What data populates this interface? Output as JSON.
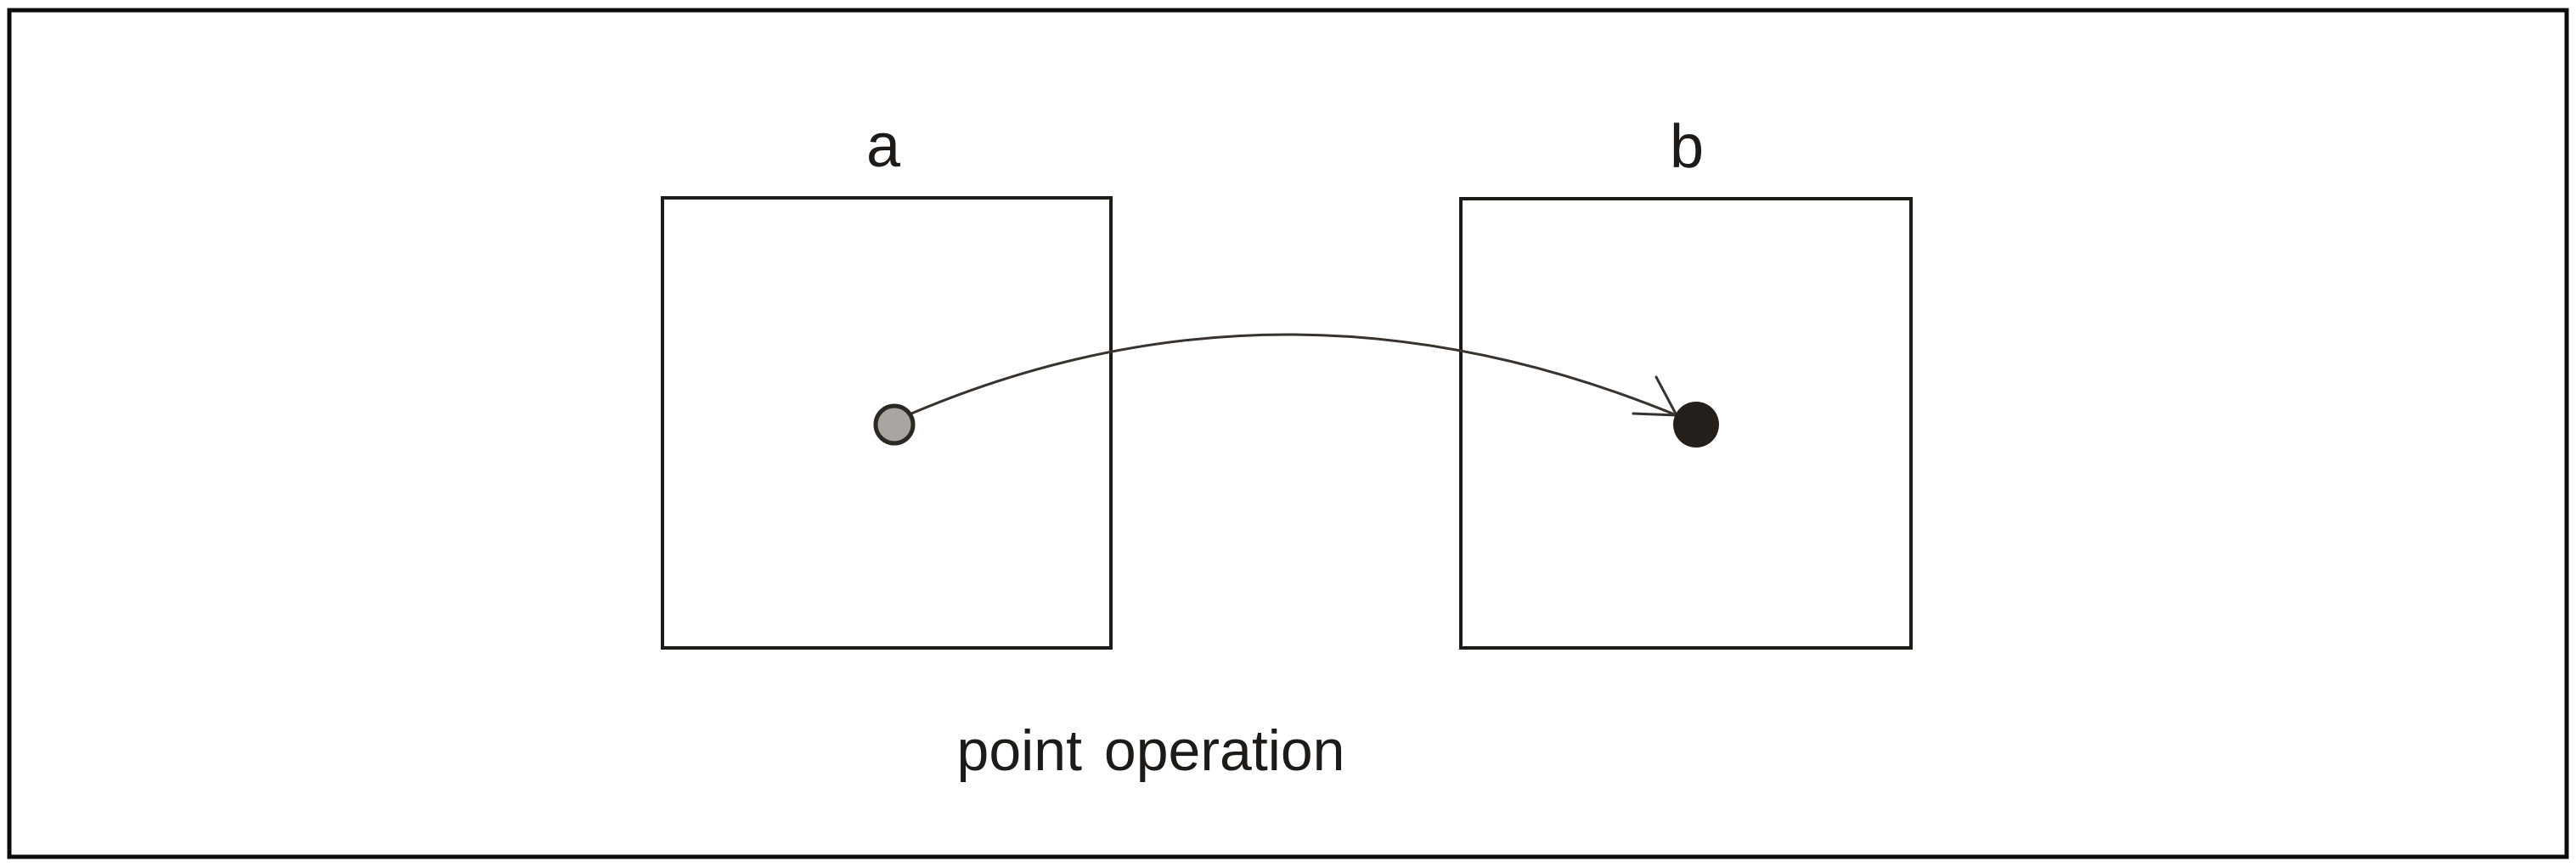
{
  "diagram": {
    "label_a": "a",
    "label_b": "b",
    "caption": "point operation"
  },
  "icons": {
    "arrow": "curved-arrow-icon"
  },
  "colors": {
    "background": "#ffffff",
    "outer_border": "#0d0c0b",
    "square_stroke": "#1d1a17",
    "arrow_line": "#38332e",
    "gray_dot_fill": "#a9a6a2",
    "gray_dot_stroke": "#2b2722",
    "black_dot_fill": "#241f1b",
    "text": "#1d1a17"
  }
}
